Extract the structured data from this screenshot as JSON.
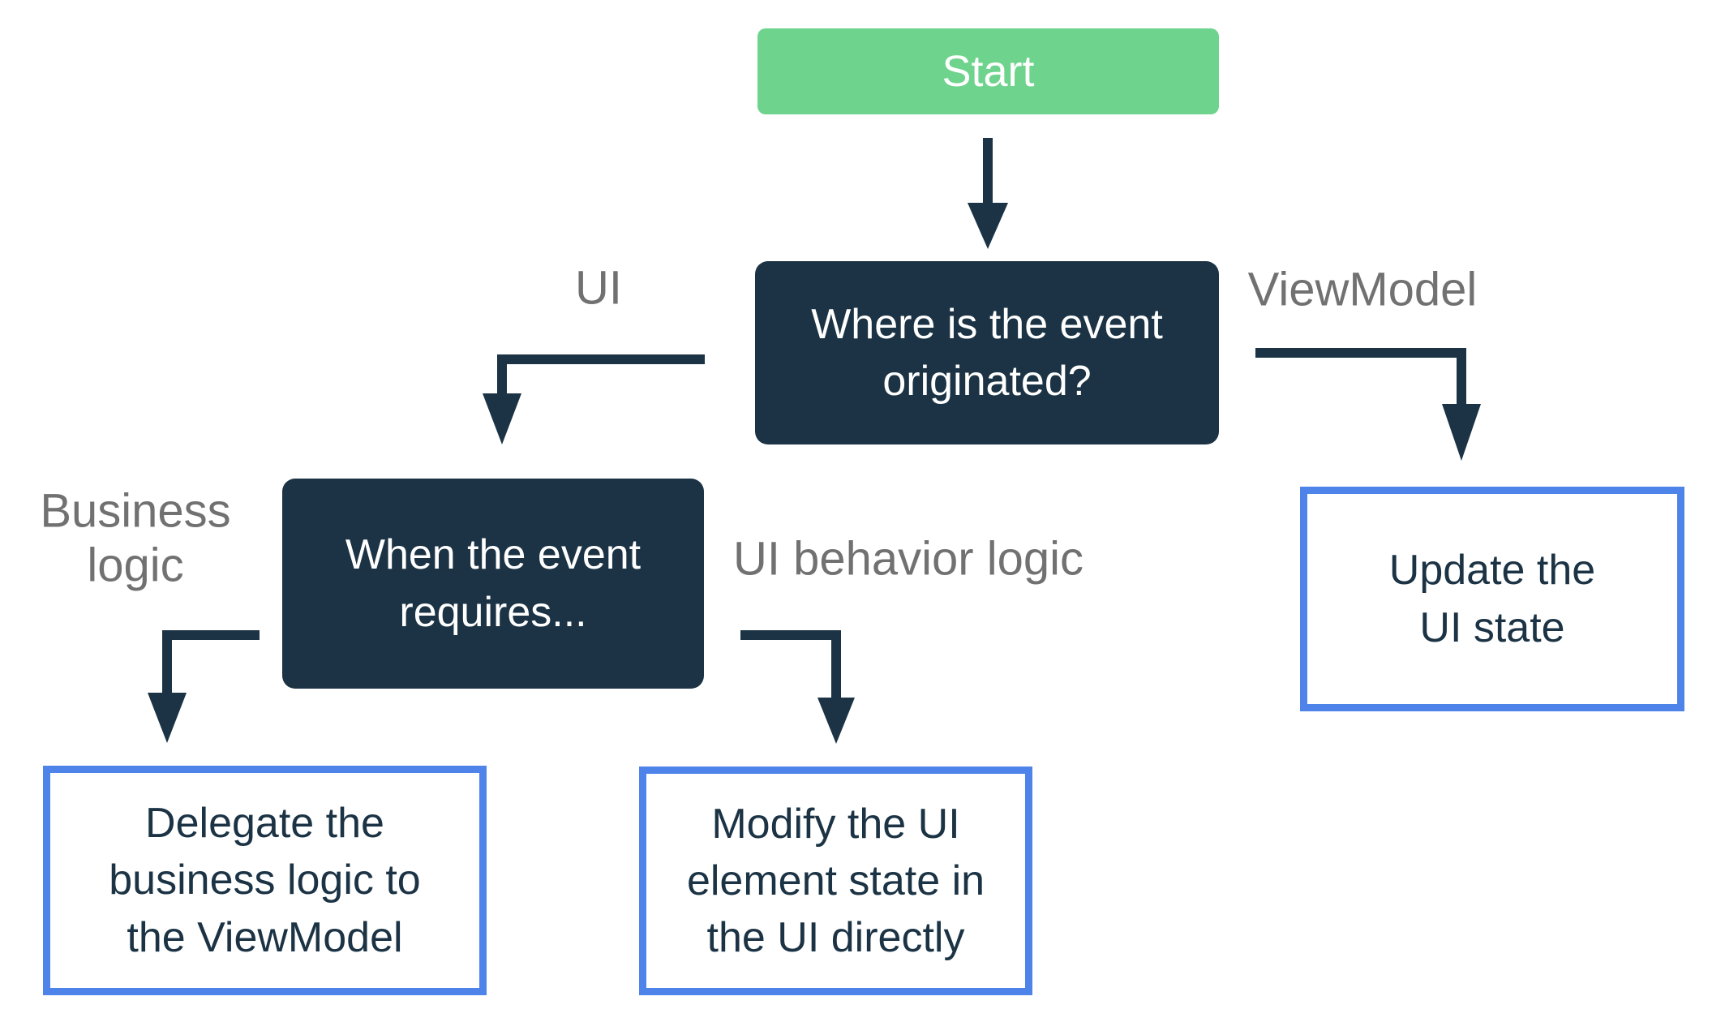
{
  "colors": {
    "green": "#6ed38c",
    "navy": "#1b3344",
    "blue_border": "#4e83ea",
    "label_gray": "#717171",
    "box_bg": "#ffffff"
  },
  "nodes": {
    "start": {
      "text": "Start"
    },
    "where_event": {
      "line1": "Where is the event",
      "line2": "originated?"
    },
    "when_event": {
      "line1": "When the event",
      "line2": "requires..."
    },
    "update_ui_state": {
      "line1": "Update the",
      "line2": "UI state"
    },
    "delegate_business_logic": {
      "line1": "Delegate the",
      "line2": "business logic to",
      "line3": "the ViewModel"
    },
    "modify_ui_element": {
      "line1": "Modify the UI",
      "line2": "element state in",
      "line3": "the UI directly"
    }
  },
  "edge_labels": {
    "ui": "UI",
    "viewmodel": "ViewModel",
    "business_logic_line1": "Business",
    "business_logic_line2": "logic",
    "ui_behavior_logic": "UI behavior logic"
  }
}
